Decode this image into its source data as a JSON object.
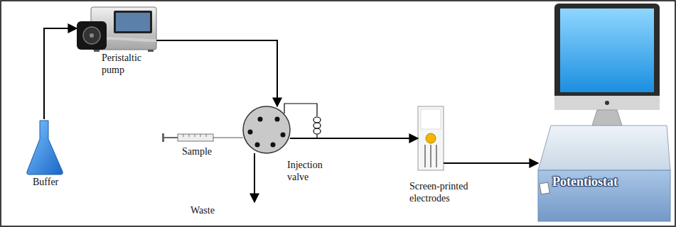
{
  "diagram": {
    "nodes": [
      {
        "text": [
          "Buffer"
        ]
      },
      {
        "text": [
          "Peristaltic pump"
        ]
      },
      {
        "text": [
          "Sample"
        ]
      },
      {
        "text": [
          "Injection valve"
        ]
      },
      {
        "text": [
          "Waste"
        ]
      },
      {
        "text": [
          "Screen-printed electrodes"
        ]
      },
      {
        "text": [
          "Potentiostat"
        ]
      }
    ],
    "edges": [
      {
        "from": 0,
        "to": 1,
        "arrow": "to"
      },
      {
        "from": 1,
        "to": 3,
        "arrow": "to"
      },
      {
        "from": 3,
        "to": 4,
        "arrow": "to"
      },
      {
        "from": 3,
        "to": 5,
        "arrow": "to"
      },
      {
        "from": 5,
        "to": 6,
        "arrow": "to"
      }
    ]
  }
}
